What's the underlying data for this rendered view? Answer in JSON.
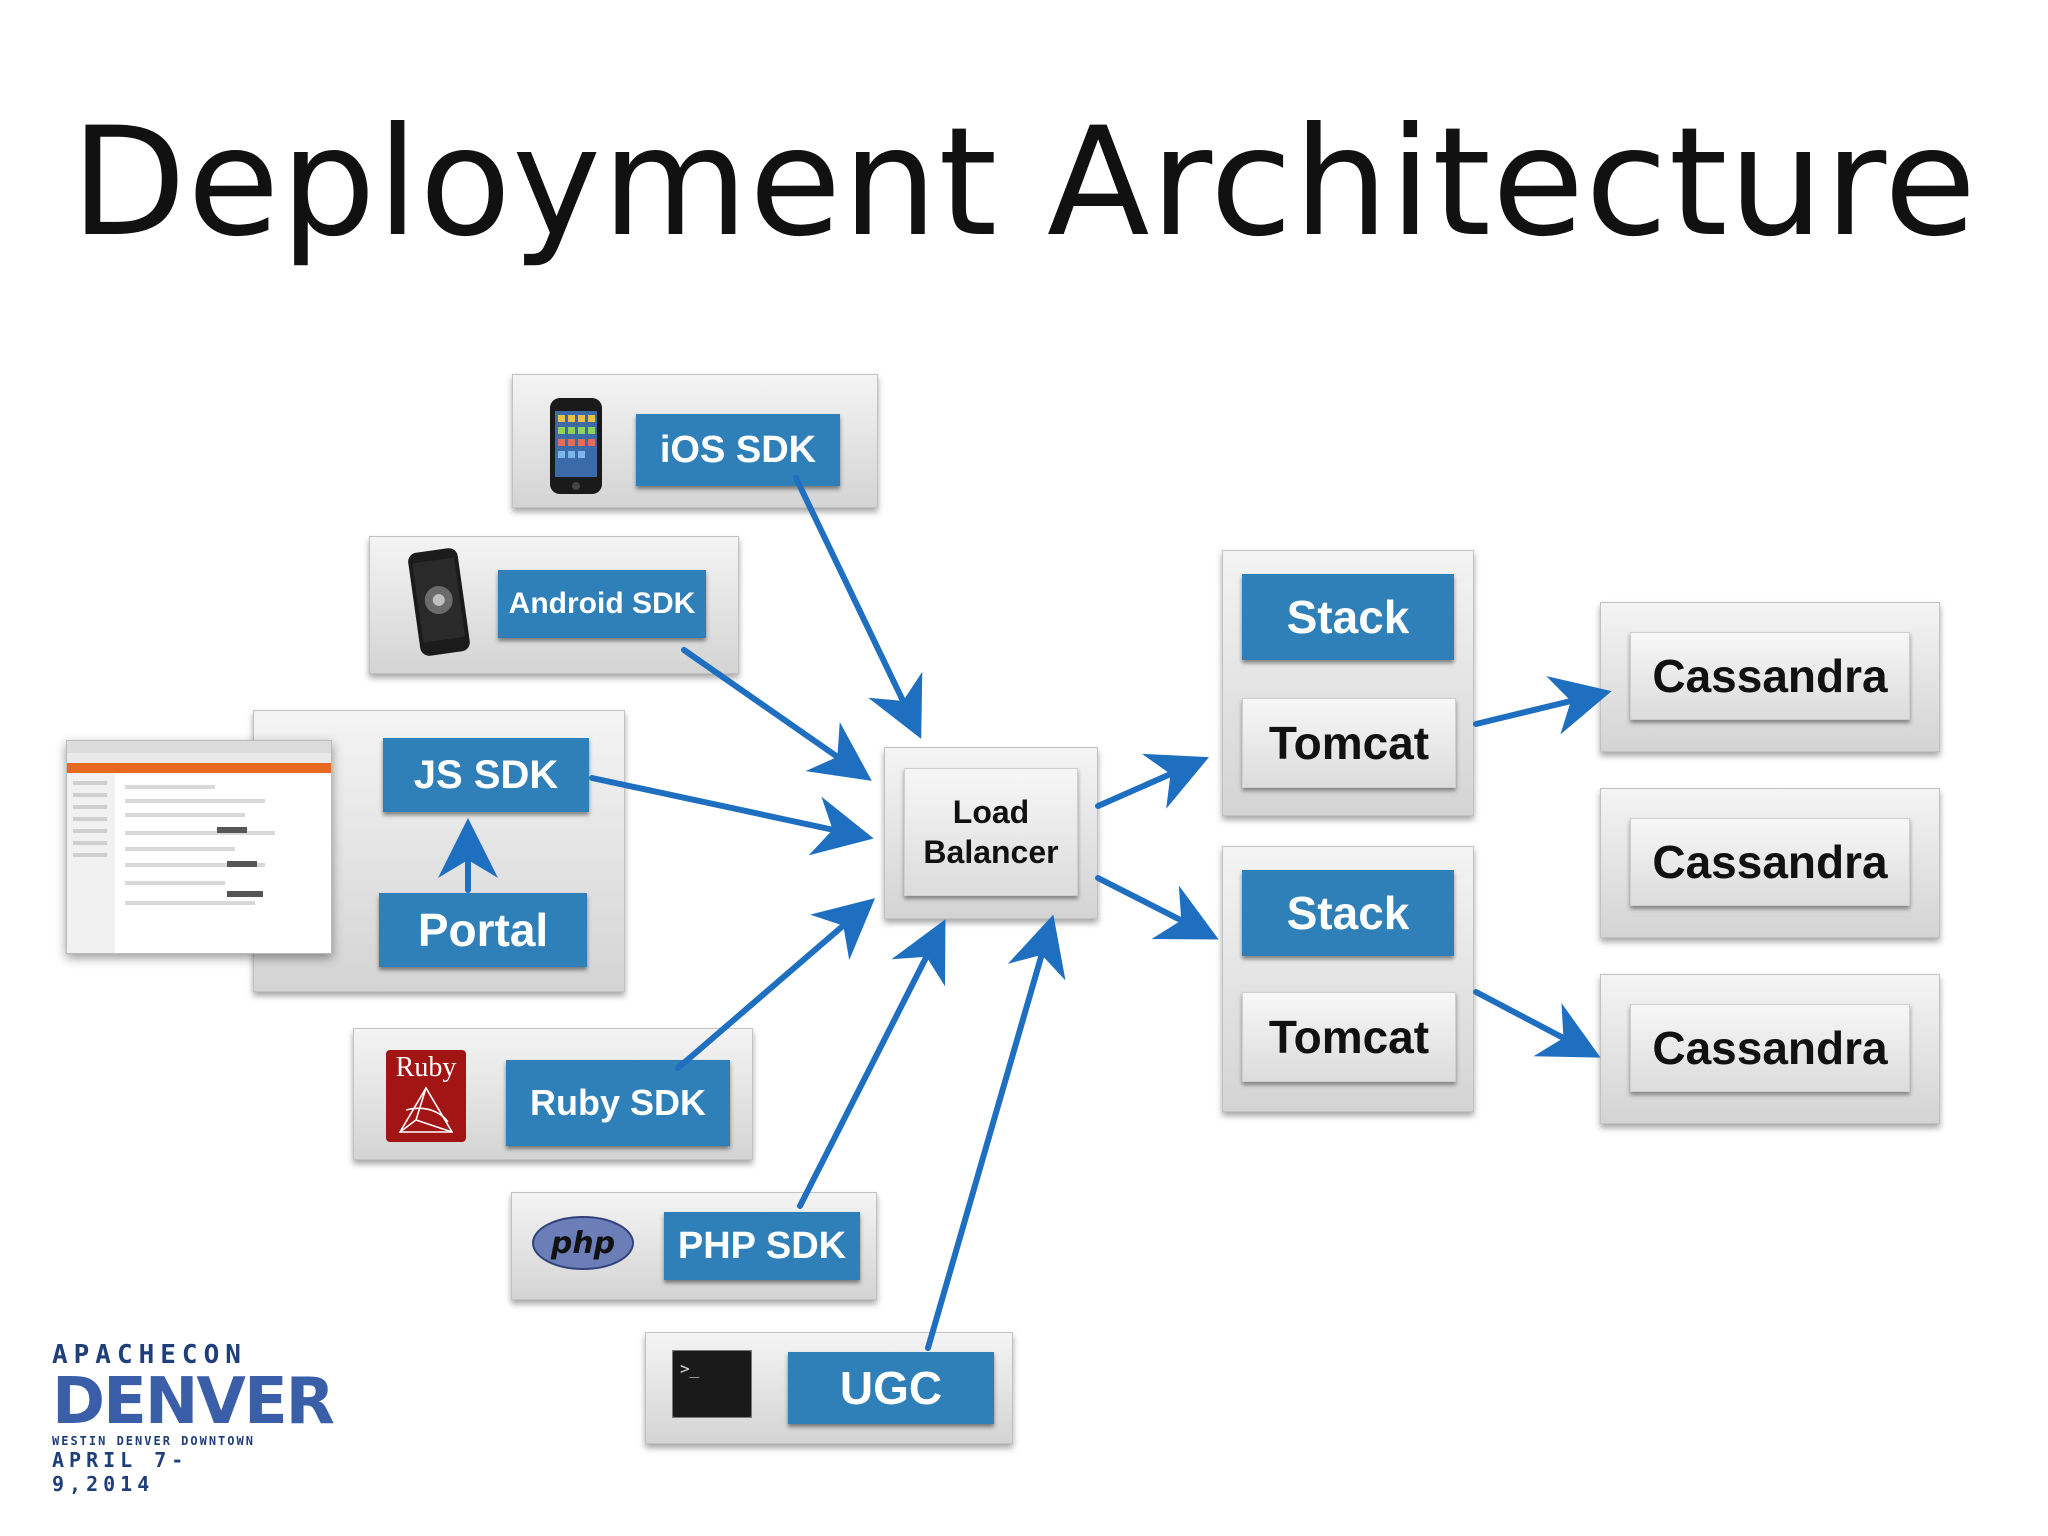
{
  "title": "Deployment Architecture",
  "clients": {
    "ios": "iOS SDK",
    "android": "Android SDK",
    "js": "JS SDK",
    "portal": "Portal",
    "ruby": "Ruby SDK",
    "ruby_logo": "Ruby",
    "php": "PHP SDK",
    "php_logo": "php",
    "ugc": "UGC",
    "terminal_prompt": ">_"
  },
  "load_balancer": {
    "line1": "Load",
    "line2": "Balancer"
  },
  "stacks": [
    {
      "stack": "Stack",
      "server": "Tomcat"
    },
    {
      "stack": "Stack",
      "server": "Tomcat"
    }
  ],
  "cassandra": [
    "Cassandra",
    "Cassandra",
    "Cassandra"
  ],
  "logo": {
    "line1": "APACHECON",
    "line2": "DENVER",
    "line3": "WESTIN DENVER DOWNTOWN",
    "line4": "APRIL 7-9,2014"
  },
  "colors": {
    "accent_blue": "#2f7fb8",
    "arrow_blue": "#1f6fc1"
  }
}
